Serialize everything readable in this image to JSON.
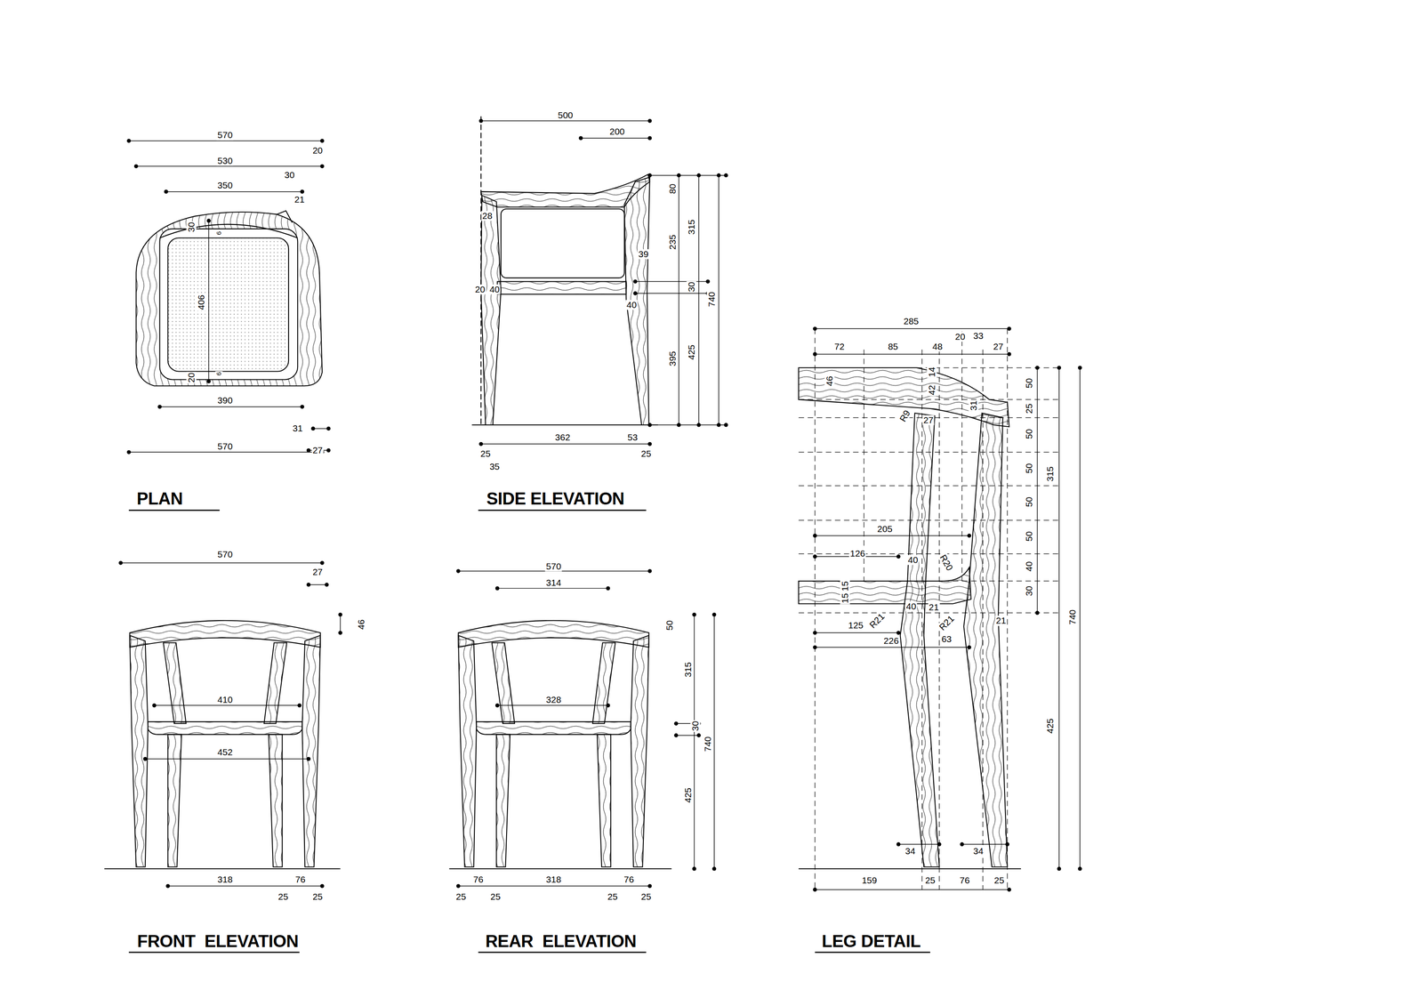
{
  "diagram": {
    "labels": [
      "570",
      "20",
      "530",
      "30",
      "350",
      "21",
      "30",
      "6",
      "406",
      "20",
      "6",
      "390",
      "31",
      "570",
      "27",
      "PLAN",
      "500",
      "200",
      "28",
      "80",
      "235",
      "315",
      "39",
      "30",
      "740",
      "20",
      "40",
      "40",
      "395",
      "425",
      "362",
      "53",
      "25",
      "25",
      "35",
      "SIDE ELEVATION",
      "570",
      "27",
      "46",
      "410",
      "452",
      "318",
      "76",
      "25",
      "25",
      "FRONT  ELEVATION",
      "570",
      "314",
      "50",
      "315",
      "328",
      "30",
      "740",
      "425",
      "76",
      "318",
      "76",
      "25",
      "25",
      "25",
      "25",
      "REAR  ELEVATION",
      "285",
      "72",
      "85",
      "48",
      "20",
      "33",
      "27",
      "46",
      "14",
      "42",
      "31",
      "R9",
      "27",
      "50",
      "25",
      "50",
      "50",
      "50",
      "315",
      "205",
      "50",
      "126",
      "40",
      "R20",
      "40",
      "15",
      "15",
      "30",
      "40",
      "21",
      "R21",
      "R21",
      "21",
      "125",
      "226",
      "63",
      "740",
      "425",
      "34",
      "34",
      "159",
      "25",
      "76",
      "25",
      "LEG DETAIL"
    ]
  }
}
